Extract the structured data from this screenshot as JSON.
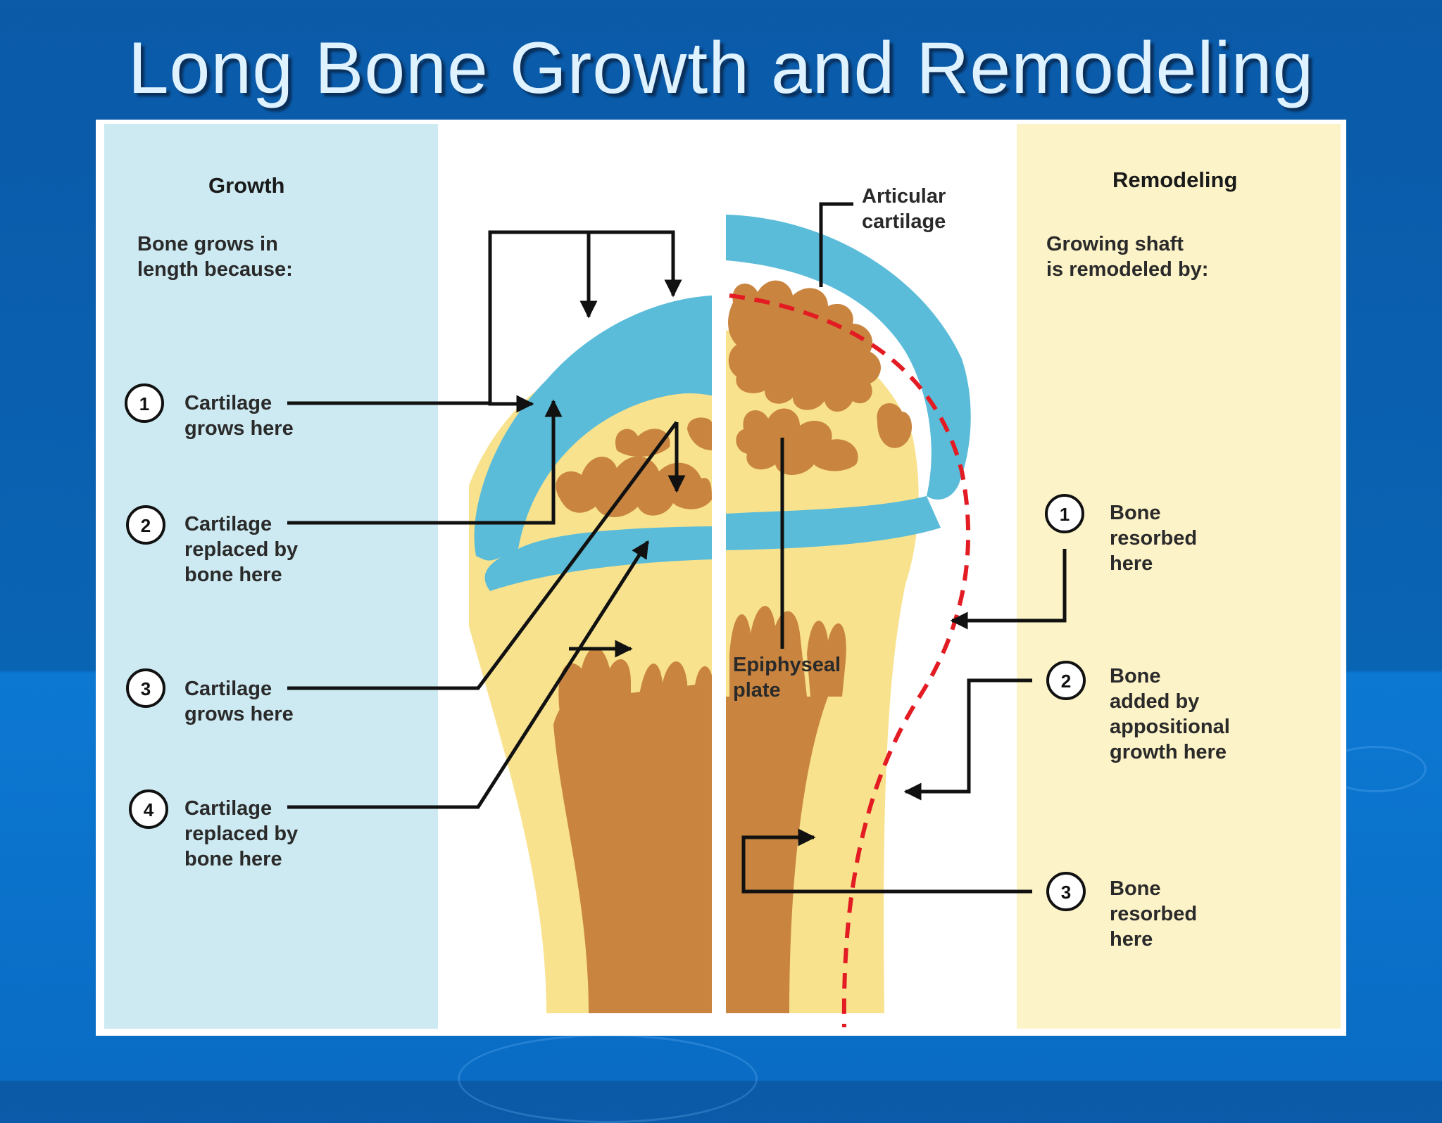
{
  "title": "Long Bone Growth and Remodeling",
  "growth": {
    "heading": "Growth",
    "intro": [
      "Bone grows in",
      "length because:"
    ],
    "steps": [
      {
        "num": "1",
        "lines": [
          "Cartilage",
          "grows here"
        ]
      },
      {
        "num": "2",
        "lines": [
          "Cartilage",
          "replaced by",
          "bone here"
        ]
      },
      {
        "num": "3",
        "lines": [
          "Cartilage",
          "grows here"
        ]
      },
      {
        "num": "4",
        "lines": [
          "Cartilage",
          "replaced by",
          "bone here"
        ]
      }
    ]
  },
  "remodeling": {
    "heading": "Remodeling",
    "intro": [
      "Growing shaft",
      "is remodeled by:"
    ],
    "steps": [
      {
        "num": "1",
        "lines": [
          "Bone",
          "resorbed",
          "here"
        ]
      },
      {
        "num": "2",
        "lines": [
          "Bone",
          "added by",
          "appositional",
          "growth here"
        ]
      },
      {
        "num": "3",
        "lines": [
          "Bone",
          "resorbed",
          "here"
        ]
      }
    ]
  },
  "labels": {
    "articular": [
      "Articular",
      "cartilage"
    ],
    "epiphyseal": [
      "Epiphyseal",
      "plate"
    ]
  },
  "colors": {
    "growth_panel": "#cdeaf2",
    "remodel_panel": "#fdf3c8",
    "cartilage": "#5bbcd9",
    "bone_yellow": "#f8e28e",
    "spongy": "#c9853f",
    "resorption_line": "#e31b23"
  }
}
